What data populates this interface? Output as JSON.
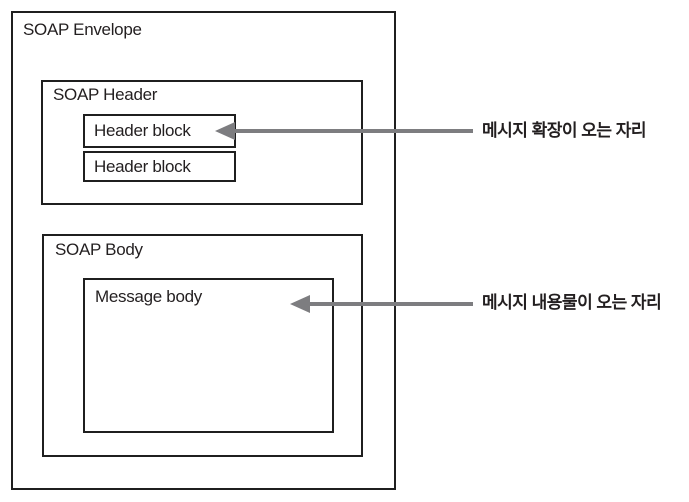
{
  "colors": {
    "bg": "#ffffff",
    "border": "#1f1f1f",
    "text": "#231f20",
    "arrow": "#7d7d80"
  },
  "envelope": {
    "label": "SOAP Envelope"
  },
  "header": {
    "label": "SOAP Header",
    "blocks": [
      {
        "label": "Header block"
      },
      {
        "label": "Header block"
      }
    ]
  },
  "body": {
    "label": "SOAP Body",
    "message_label": "Message body"
  },
  "annotations": [
    {
      "text": "메시지 확장이 오는 자리",
      "target": "header-block"
    },
    {
      "text": "메시지 내용물이 오는 자리",
      "target": "message-body"
    }
  ]
}
